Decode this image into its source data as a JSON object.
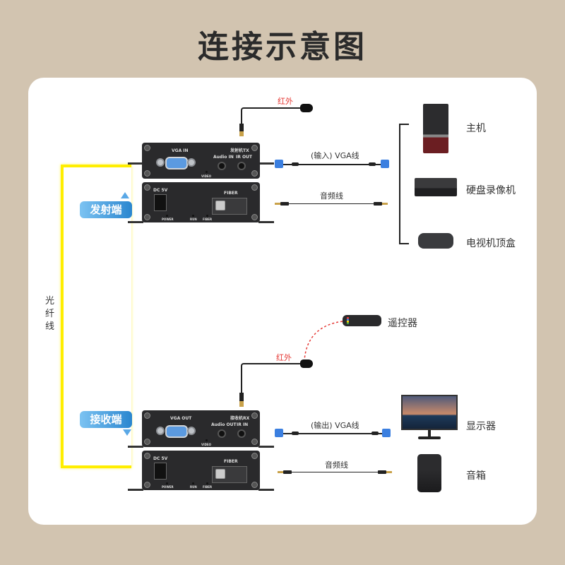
{
  "title": "连接示意图",
  "fiber_label": "光纤线",
  "transmitter": {
    "badge": "发射端",
    "ir_label": "红外",
    "panel_top": {
      "model": "发射机TX",
      "vga": "VGA IN",
      "audio": "Audio IN",
      "ir": "IR OUT",
      "video_led": "VIDEO"
    },
    "panel_bottom": {
      "dc": "DC 5V",
      "fiber": "FIBER",
      "power_led": "POWER",
      "run_led": "RUN",
      "fiber_led": "FIBER"
    },
    "cables": {
      "vga": "(输入) VGA线",
      "audio": "音频线"
    },
    "sources": [
      {
        "icon": "desktop-pc-icon",
        "label": "主机"
      },
      {
        "icon": "dvr-icon",
        "label": "硬盘录像机"
      },
      {
        "icon": "set-top-box-icon",
        "label": "电视机顶盒"
      }
    ]
  },
  "receiver": {
    "badge": "接收端",
    "ir_label": "红外",
    "remote_label": "遥控器",
    "panel_top": {
      "model": "接收机RX",
      "vga": "VGA OUT",
      "audio": "Audio OUT",
      "ir": "IR IN",
      "video_led": "VIDEO"
    },
    "panel_bottom": {
      "dc": "DC 5V",
      "fiber": "FIBER",
      "power_led": "POWER",
      "run_led": "RUN",
      "fiber_led": "FIBER"
    },
    "cables": {
      "vga": "(输出) VGA线",
      "audio": "音频线"
    },
    "outputs": [
      {
        "icon": "monitor-icon",
        "label": "显示器"
      },
      {
        "icon": "speaker-icon",
        "label": "音箱"
      }
    ]
  },
  "colors": {
    "background": "#d2c4b0",
    "card": "#ffffff",
    "fiber": "#ffee00",
    "ir_text": "#e53935",
    "badge": "#2a86cf"
  }
}
